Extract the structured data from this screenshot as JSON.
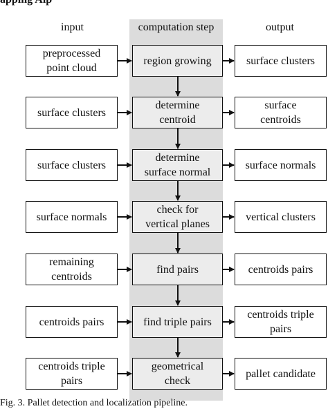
{
  "heading_fragment": "apping Alp",
  "columns": {
    "input": "input",
    "step": "computation step",
    "output": "output"
  },
  "rows": [
    {
      "input": "preprocessed\npoint cloud",
      "step": "region growing",
      "output": "surface clusters"
    },
    {
      "input": "surface clusters",
      "step": "determine\ncentroid",
      "output": "surface\ncentroids"
    },
    {
      "input": "surface clusters",
      "step": "determine\nsurface normal",
      "output": "surface normals"
    },
    {
      "input": "surface normals",
      "step": "check for\nvertical planes",
      "output": "vertical clusters"
    },
    {
      "input": "remaining\ncentroids",
      "step": "find pairs",
      "output": "centroids pairs"
    },
    {
      "input": "centroids pairs",
      "step": "find triple pairs",
      "output": "centroids triple\npairs"
    },
    {
      "input": "centroids triple\npairs",
      "step": "geometrical\ncheck",
      "output": "pallet candidate"
    }
  ],
  "caption": "Fig. 3.   Pallet detection and localization pipeline."
}
